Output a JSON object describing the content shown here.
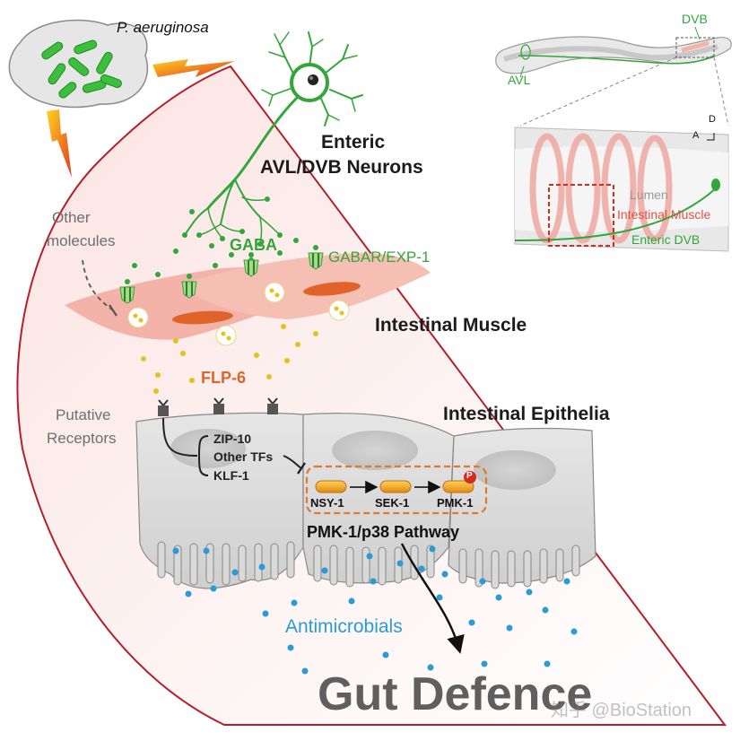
{
  "labels": {
    "bacteria": "P. aeruginosa",
    "neurons_line1": "Enteric",
    "neurons_line2": "AVL/DVB Neurons",
    "other_line1": "Other",
    "other_line2": "molecules",
    "gaba": "GABA",
    "gabar": "GABAR/EXP-1",
    "intestinal_muscle": "Intestinal Muscle",
    "flp6": "FLP-6",
    "putative_line1": "Putative",
    "putative_line2": "Receptors",
    "intestinal_epithelia": "Intestinal Epithelia",
    "zip10": "ZIP-10",
    "other_tfs": "Other TFs",
    "klf1": "KLF-1",
    "nsy1": "NSY-1",
    "sek1": "SEK-1",
    "pmk1": "PMK-1",
    "phospho": "P",
    "pathway": "PMK-1/p38 Pathway",
    "antimicrobials": "Antimicrobials",
    "gut_defence": "Gut Defence",
    "watermark": "知乎 @BioStation"
  },
  "inset": {
    "dvb": "DVB",
    "avl": "AVL",
    "axis_d": "D",
    "axis_a": "A",
    "lumen": "Lumen",
    "muscle": "Intestinal Muscle",
    "enteric_dvb": "Enteric DVB"
  },
  "colors": {
    "neuron_green": "#33a63a",
    "flp6_orange": "#e0632a",
    "muscle_pink": "#f4b3a8",
    "antimicrobial_blue": "#2b9bd6",
    "border_red": "#b61e2b",
    "pathway_box": "#e07a2a"
  }
}
